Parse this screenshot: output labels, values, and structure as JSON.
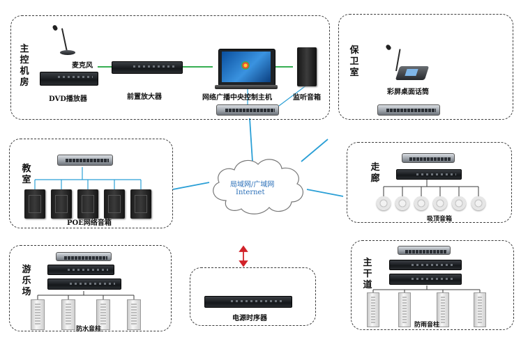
{
  "zones": {
    "main_room": {
      "label": "主控机房"
    },
    "guard_room": {
      "label": "保卫室"
    },
    "classroom": {
      "label": "教室"
    },
    "corridor": {
      "label": "走廊"
    },
    "playground": {
      "label": "游乐场"
    },
    "trunk_road": {
      "label": "主干道"
    }
  },
  "devices": {
    "microphone": "麦克风",
    "dvd_player": "DVD播放器",
    "preamp": "前置放大器",
    "broadcast_host": "网络广播中央控制主机",
    "monitor_speaker": "监听音箱",
    "desktop_paging": "彩屏桌面话筒",
    "poe_speaker": "POE网络音箱",
    "ceiling_speaker": "吸顶音箱",
    "waterproof_column": "防水音柱",
    "rainproof_column": "防雨音柱",
    "power_sequencer": "电源时序器"
  },
  "cloud": {
    "line1": "局域网/广域网",
    "line2": "Internet"
  },
  "colors": {
    "link_blue": "#2a9fd6",
    "audio_green": "#1aa23a",
    "arrow_red": "#d1232a"
  }
}
